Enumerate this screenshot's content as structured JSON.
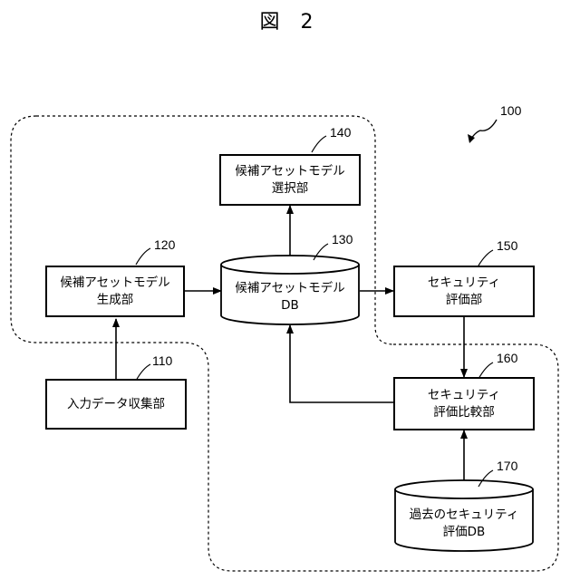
{
  "figure": {
    "title": "図 2",
    "system_ref": "100"
  },
  "nodes": {
    "n110": {
      "ref": "110",
      "line1": "入力データ収集部",
      "line2": ""
    },
    "n120": {
      "ref": "120",
      "line1": "候補アセットモデル",
      "line2": "生成部"
    },
    "n130": {
      "ref": "130",
      "line1": "候補アセットモデル",
      "line2": "DB"
    },
    "n140": {
      "ref": "140",
      "line1": "候補アセットモデル",
      "line2": "選択部"
    },
    "n150": {
      "ref": "150",
      "line1": "セキュリティ",
      "line2": "評価部"
    },
    "n160": {
      "ref": "160",
      "line1": "セキュリティ",
      "line2": "評価比較部"
    },
    "n170": {
      "ref": "170",
      "line1": "過去のセキュリティ",
      "line2": "評価DB"
    }
  }
}
